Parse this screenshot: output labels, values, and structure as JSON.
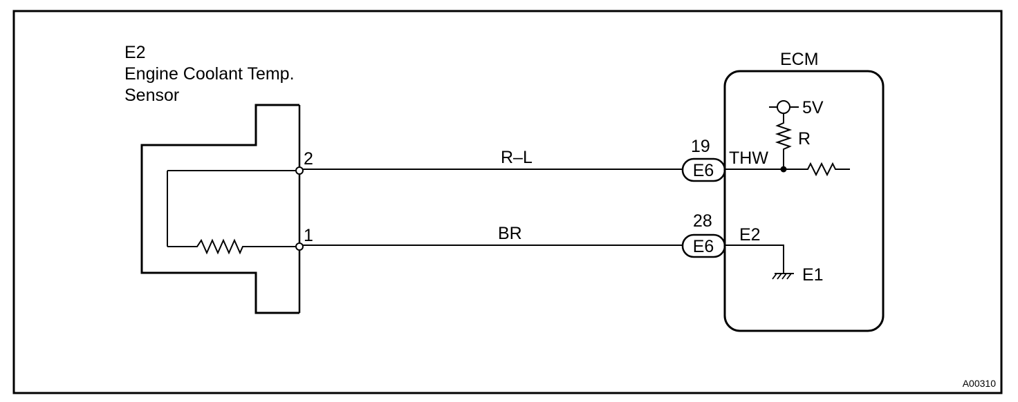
{
  "sensor": {
    "code": "E2",
    "name_line1": "Engine Coolant Temp.",
    "name_line2": "Sensor",
    "pins": {
      "top": "2",
      "bottom": "1"
    }
  },
  "wires": {
    "top": {
      "color_code": "R–L"
    },
    "bottom": {
      "color_code": "BR"
    }
  },
  "connectors": {
    "top": {
      "pin_number": "19",
      "connector": "E6"
    },
    "bottom": {
      "pin_number": "28",
      "connector": "E6"
    }
  },
  "ecm": {
    "title": "ECM",
    "supply_voltage": "5V",
    "resistor_label": "R",
    "terminal_thw": "THW",
    "terminal_e2": "E2",
    "ground_label": "E1"
  },
  "figure_code": "A00310"
}
